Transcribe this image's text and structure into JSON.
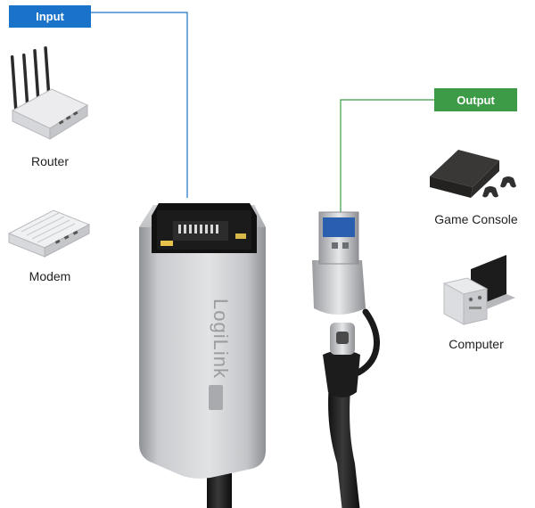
{
  "input_tag": "Input",
  "output_tag": "Output",
  "devices": {
    "router": "Router",
    "modem": "Modem",
    "game_console": "Game Console",
    "computer": "Computer"
  },
  "product": {
    "brand": "LogiLink"
  },
  "colors": {
    "input": "#1a73c9",
    "output": "#3d9a47"
  }
}
